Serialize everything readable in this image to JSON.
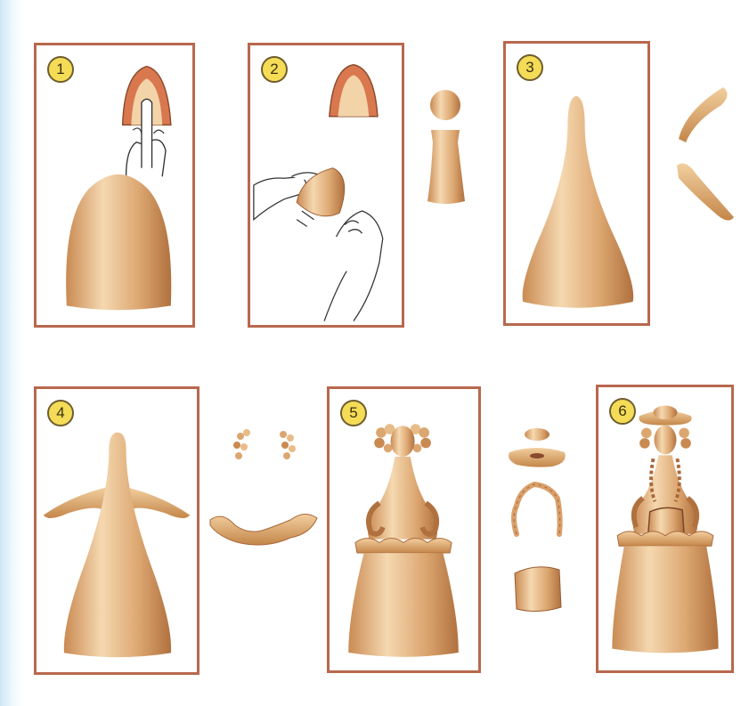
{
  "steps": [
    {
      "number": "1"
    },
    {
      "number": "2"
    },
    {
      "number": "3"
    },
    {
      "number": "4"
    },
    {
      "number": "5"
    },
    {
      "number": "6"
    }
  ],
  "colors": {
    "frame": "#b8684e",
    "badge_fill": "#f4dc57",
    "badge_ring": "#6f5d2e",
    "clay_light": "#f3d3a8",
    "clay_mid": "#d9a06a",
    "clay_dark": "#a9683a",
    "background": "#ffffff"
  },
  "icons": [
    "finger-press-icon",
    "hands-pinch-icon"
  ]
}
